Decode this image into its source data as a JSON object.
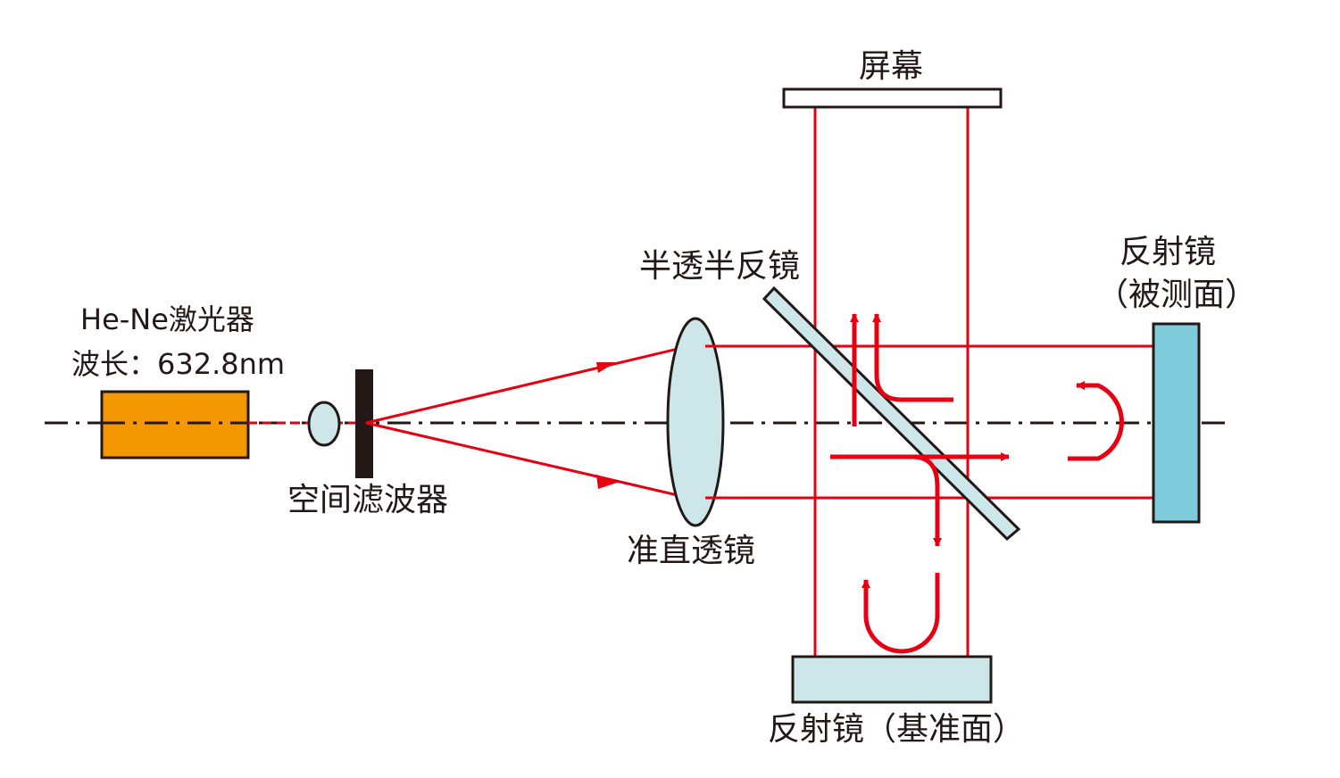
{
  "labels": {
    "laser_name": "He-Ne激光器",
    "laser_wavelength": "波长：632.8nm",
    "spatial_filter": "空间滤波器",
    "collimating_lens": "准直透镜",
    "beam_splitter": "半透半反镜",
    "screen": "屏幕",
    "test_mirror_line1": "反射镜",
    "test_mirror_line2": "（被测面）",
    "reference_mirror": "反射镜（基准面）"
  },
  "colors": {
    "beam": "#e60012",
    "laser_body": "#f39800",
    "mirror_test": "#7ecbdb",
    "mirror_reference": "#cce6ea",
    "lens": "#cce6ea",
    "ink": "#231815"
  }
}
